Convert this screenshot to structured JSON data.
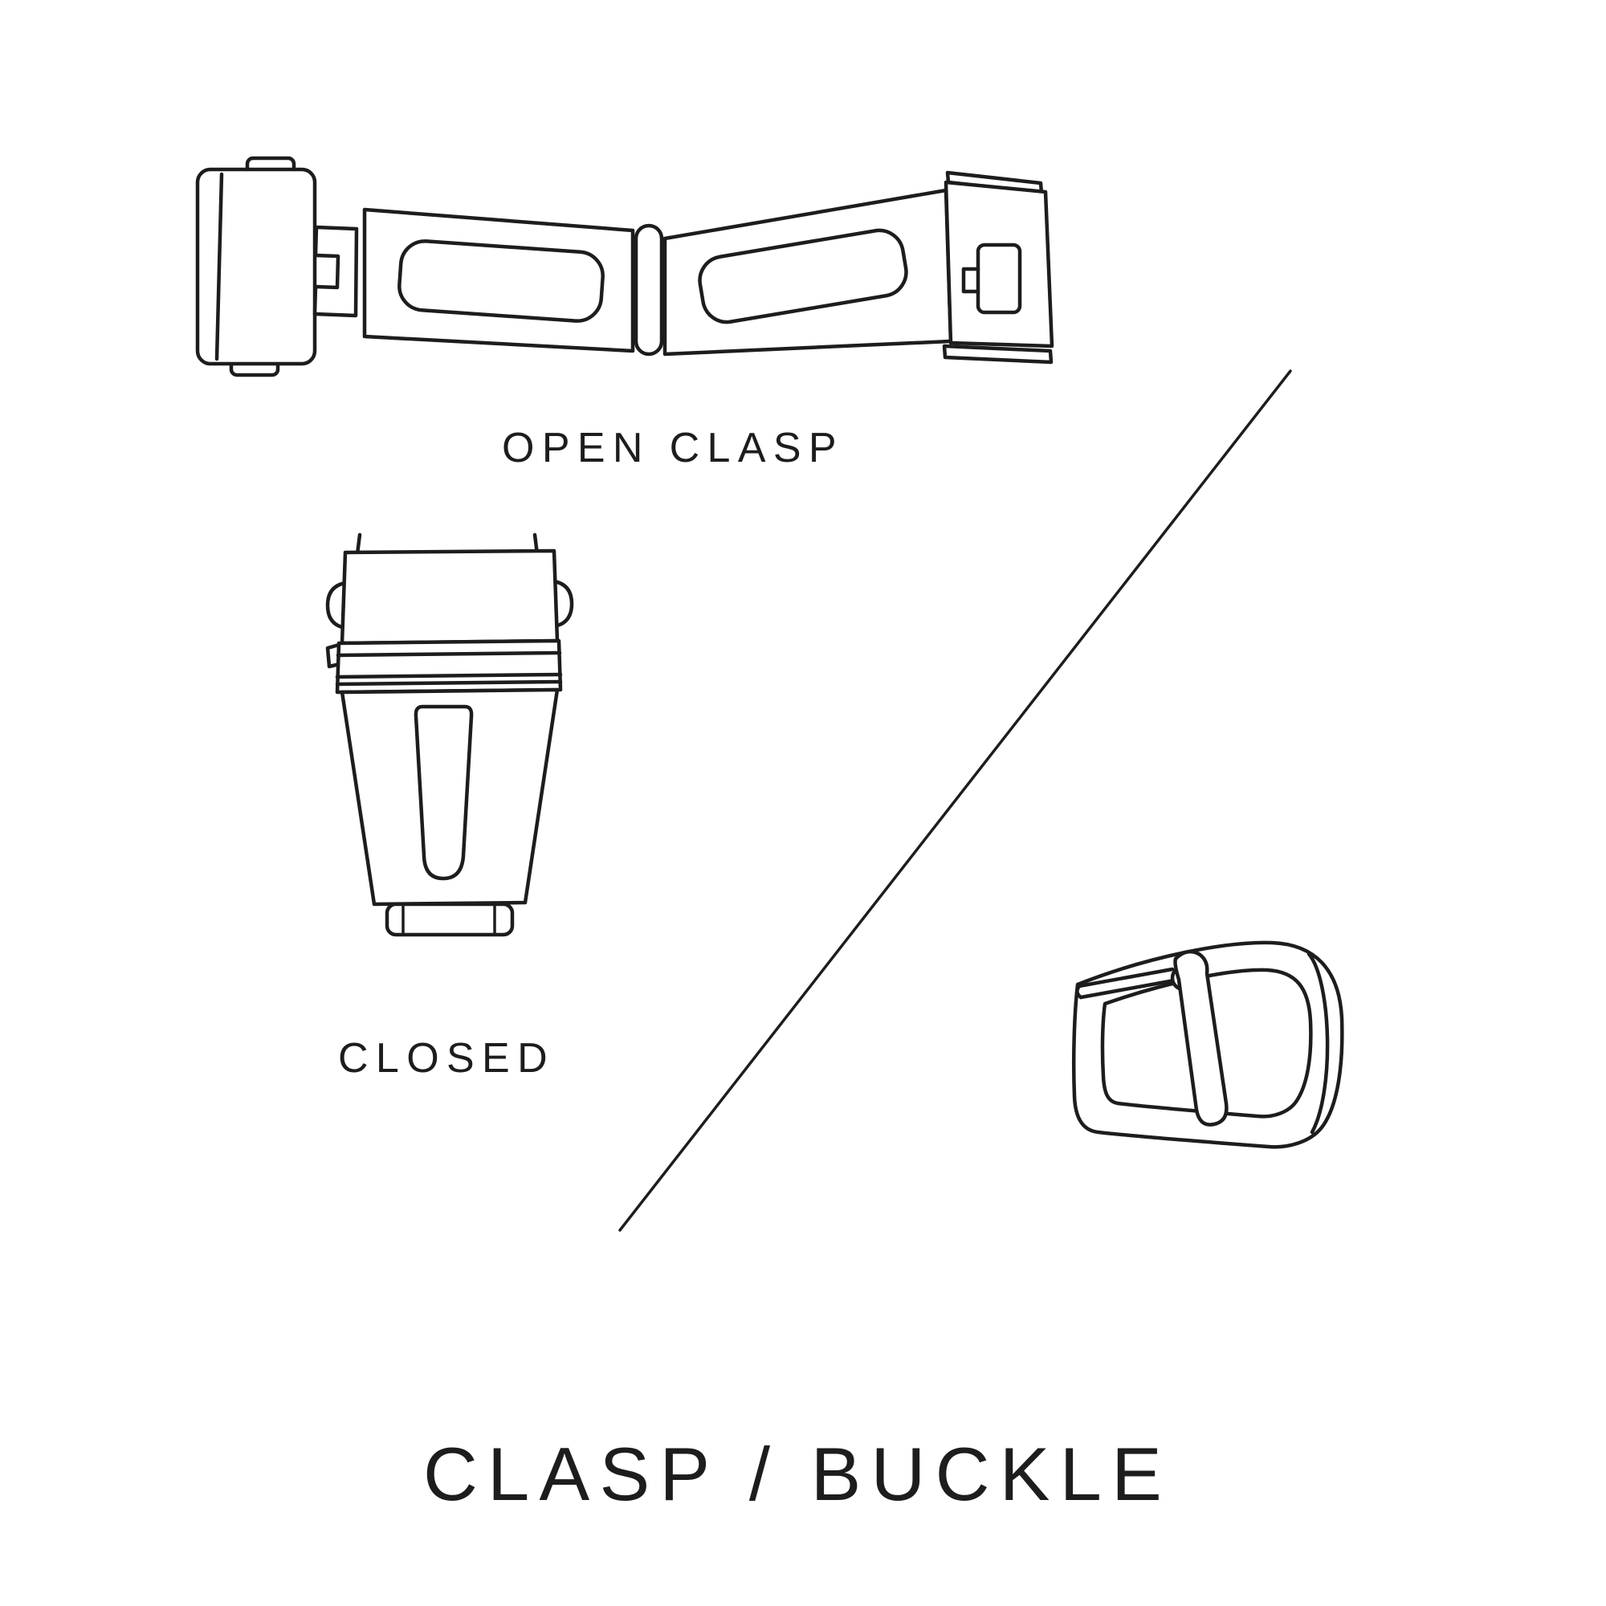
{
  "page": {
    "background_color": "#ffffff",
    "line_color": "#1d1d1f",
    "text_color": "#1d1d1f"
  },
  "title": "CLASP / BUCKLE",
  "figures": {
    "open_clasp": {
      "caption": "OPEN CLASP"
    },
    "closed_clasp": {
      "caption": "CLOSED"
    },
    "buckle": {
      "caption": ""
    }
  },
  "divider": {
    "type": "diagonal-line"
  }
}
